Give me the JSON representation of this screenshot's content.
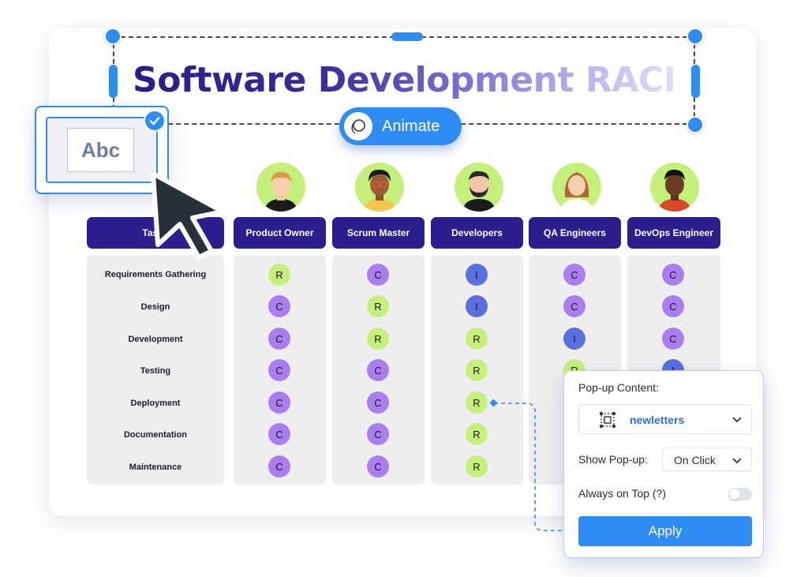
{
  "title": "Software Development RACI",
  "animate_label": "Animate",
  "textbox_sample": "Abc",
  "table": {
    "task_header": "Tasks",
    "columns": [
      "Product Owner",
      "Scrum Master",
      "Developers",
      "QA Engineers",
      "DevOps Engineer"
    ],
    "rows": [
      {
        "task": "Requirements Gathering",
        "values": [
          "R",
          "C",
          "I",
          "C",
          "C"
        ]
      },
      {
        "task": "Design",
        "values": [
          "C",
          "R",
          "I",
          "C",
          "C"
        ]
      },
      {
        "task": "Development",
        "values": [
          "C",
          "R",
          "R",
          "I",
          "C"
        ]
      },
      {
        "task": "Testing",
        "values": [
          "C",
          "C",
          "R",
          "R",
          "I"
        ]
      },
      {
        "task": "Deployment",
        "values": [
          "C",
          "C",
          "R",
          "",
          ""
        ]
      },
      {
        "task": "Documentation",
        "values": [
          "C",
          "C",
          "R",
          "",
          ""
        ]
      },
      {
        "task": "Maintenance",
        "values": [
          "C",
          "C",
          "R",
          "",
          ""
        ]
      }
    ]
  },
  "colors": {
    "R": "#c5f07c",
    "C": "#a97ff0",
    "I": "#5a6fe0",
    "accent": "#2f8cf2",
    "header": "#2b1f8f"
  },
  "popup": {
    "content_label": "Pop-up Content:",
    "content_value": "newletters",
    "show_label": "Show Pop-up:",
    "show_value": "On Click",
    "top_label": "Always on Top (?)",
    "top_enabled": false,
    "apply_label": "Apply"
  },
  "icons": [
    "animate-icon",
    "check-icon",
    "cursor-arrow-icon",
    "frame-icon",
    "chevron-down-icon"
  ]
}
